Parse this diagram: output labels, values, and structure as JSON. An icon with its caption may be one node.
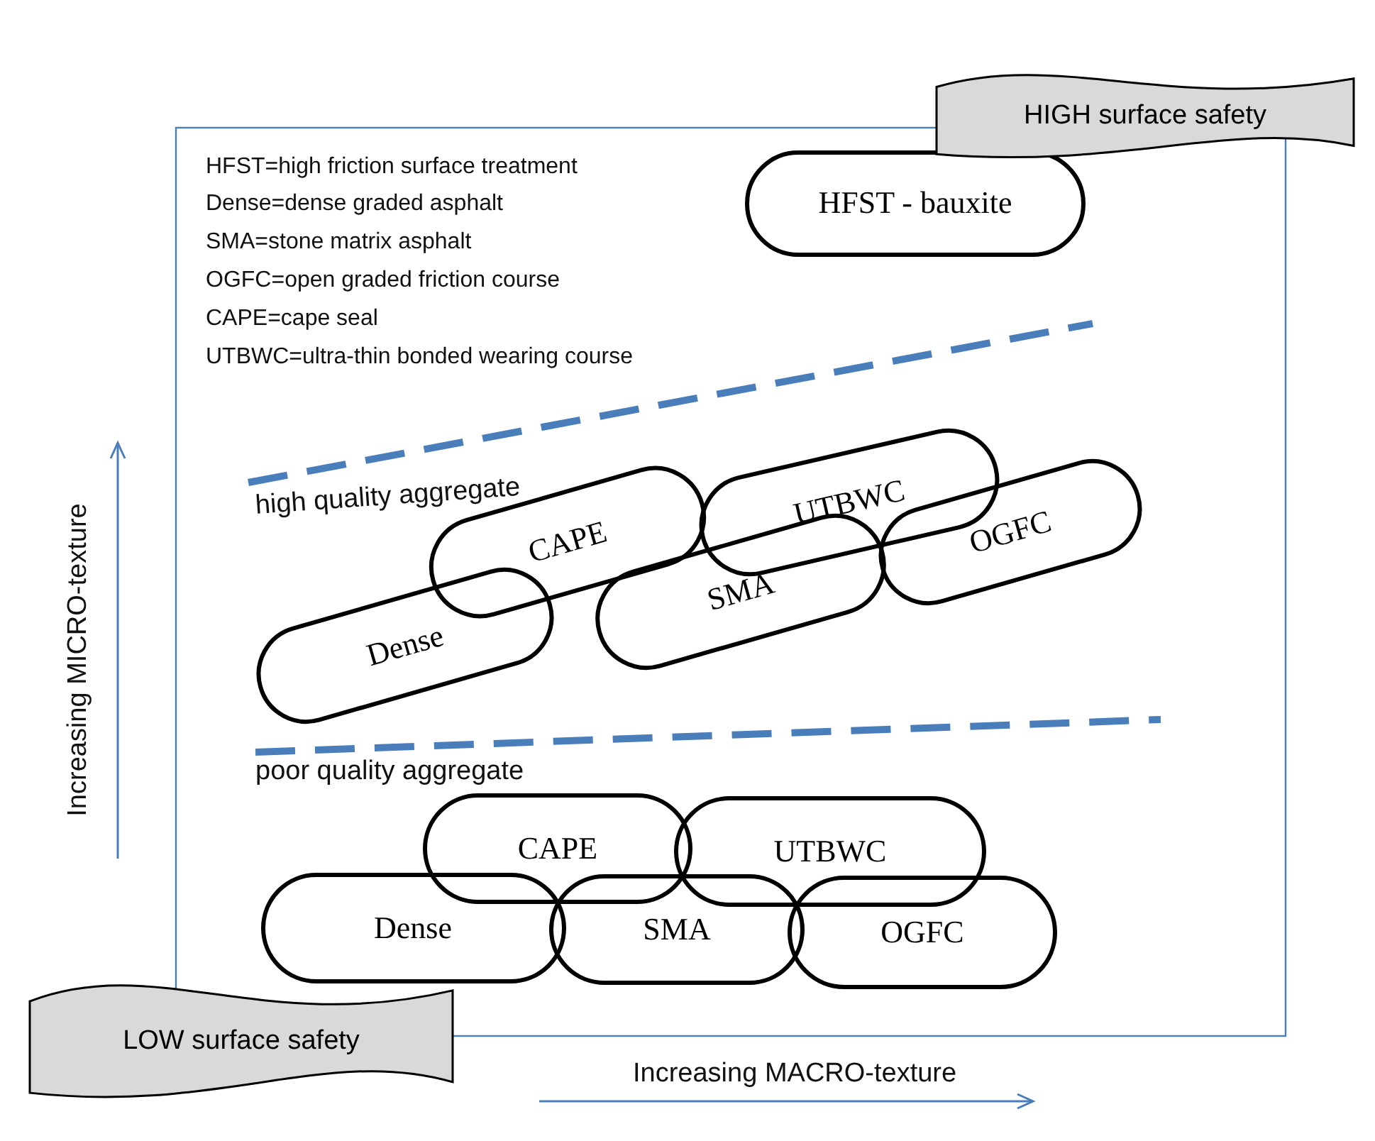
{
  "diagram": {
    "nodes": [
      {
        "text": [
          "HIGH surface safety"
        ]
      },
      {
        "text": [
          "HFST - bauxite"
        ]
      },
      {
        "text": [
          "CAPE"
        ]
      },
      {
        "text": [
          "UTBWC"
        ]
      },
      {
        "text": [
          "Dense"
        ]
      },
      {
        "text": [
          "SMA"
        ]
      },
      {
        "text": [
          "OGFC"
        ]
      },
      {
        "text": [
          "CAPE"
        ]
      },
      {
        "text": [
          "UTBWC"
        ]
      },
      {
        "text": [
          "Dense"
        ]
      },
      {
        "text": [
          "SMA"
        ]
      },
      {
        "text": [
          "OGFC"
        ]
      },
      {
        "text": [
          "LOW surface safety"
        ]
      }
    ],
    "edges": [],
    "labels": [
      "HFST=high friction surface treatment",
      "Dense=dense graded asphalt",
      "SMA=stone matrix asphalt",
      "OGFC=open graded friction course",
      "CAPE=cape seal",
      "UTBWC=ultra-thin bonded wearing course",
      "high quality aggregate",
      "poor quality aggregate",
      "Increasing MICRO-texture",
      "Increasing MACRO-texture"
    ]
  }
}
